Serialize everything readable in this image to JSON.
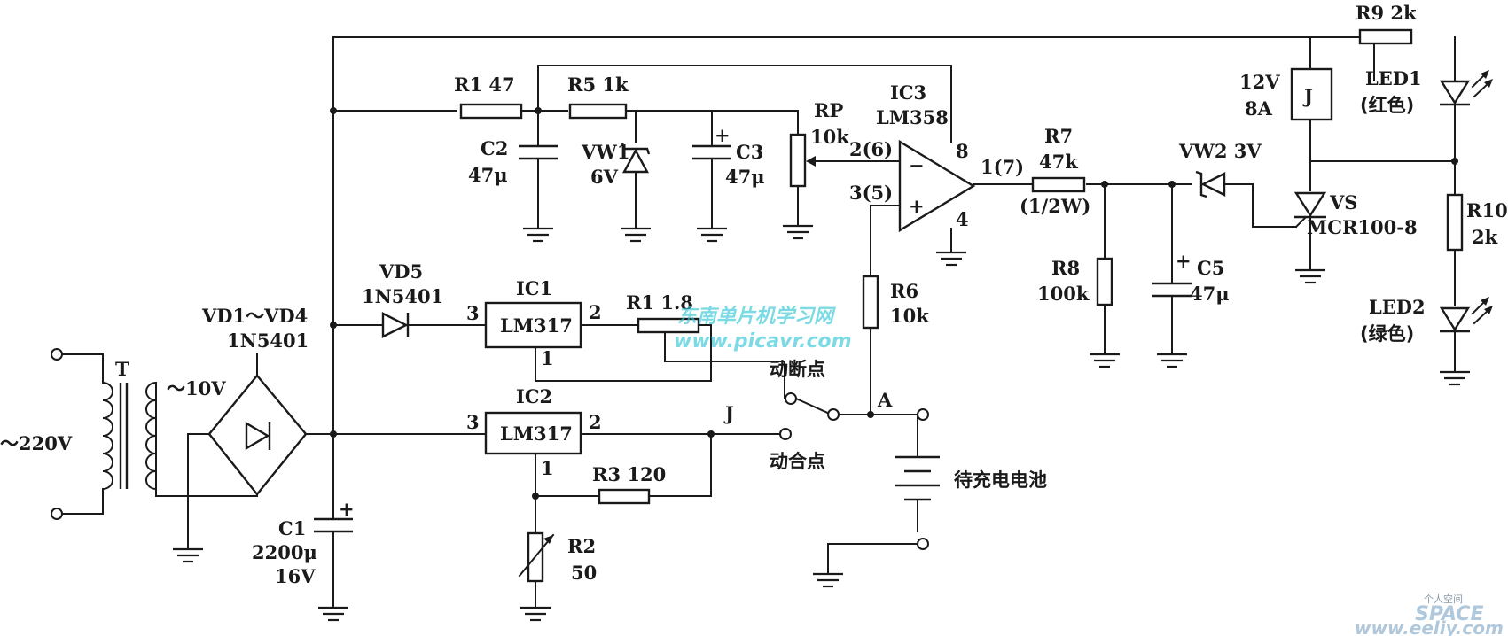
{
  "labels": {
    "r9": "R9  2k",
    "r1": "R1  47",
    "r5": "R5  1k",
    "ic3": "IC3",
    "lm358": "LM358",
    "rp": "RP",
    "rp_val": "10k",
    "c2": "C2",
    "c2_val": "47μ",
    "vw1": "VW1",
    "vw1_val": "6V",
    "c3": "C3",
    "c3_val": "47μ",
    "pin_2_6": "2(6)",
    "pin_3_5": "3(5)",
    "pin_8": "8",
    "pin_4": "4",
    "pin_1_7": "1(7)",
    "minus": "−",
    "plus": "+",
    "r7": "R7",
    "r7_val": "47k",
    "r7_pw": "(1/2W)",
    "vw2": "VW2  3V",
    "relay_v": "12V",
    "relay_a": "8A",
    "relay_j": "J",
    "led1": "LED1",
    "led1_col": "(红色)",
    "vs": "VS",
    "mcr": "MCR100-8",
    "r10": "R10",
    "r10_val": "2k",
    "led2": "LED2",
    "led2_col": "(绿色)",
    "r8": "R8",
    "r8_val": "100k",
    "c5": "C5",
    "c5_val": "47μ",
    "vd5": "VD5",
    "vd5_val": "1N5401",
    "ic1": "IC1",
    "lm317a": "LM317",
    "ic1_p3": "3",
    "ic1_p2": "2",
    "ic1_p1": "1",
    "r1b": "R1  1.8",
    "r6": "R6",
    "r6_val": "10k",
    "vd14": "VD1～VD4",
    "vd14_val": "1N5401",
    "t": "T",
    "ac10": "～10V",
    "ac220": "～220V",
    "dongduan": "动断点",
    "a_node": "A",
    "ic2": "IC2",
    "lm317b": "LM317",
    "ic2_p3": "3",
    "ic2_p2": "2",
    "ic2_p1": "1",
    "j_sw": "J",
    "donghe": "动合点",
    "r3": "R3  120",
    "battery": "待充电电池",
    "c1": "C1",
    "c1_val": "2200μ",
    "c1_v": "16V",
    "r2": "R2",
    "r2_val": "50"
  },
  "watermark": {
    "cn_site": "东南单片机学习网",
    "url": "www.picavr.com",
    "eepw_small": "个人空间",
    "eepw_logo": "SPACE",
    "eepw_url": "www.eeliy.com"
  },
  "colors": {
    "ink": "#1a1a1a",
    "watermark": "#36c6d6"
  }
}
